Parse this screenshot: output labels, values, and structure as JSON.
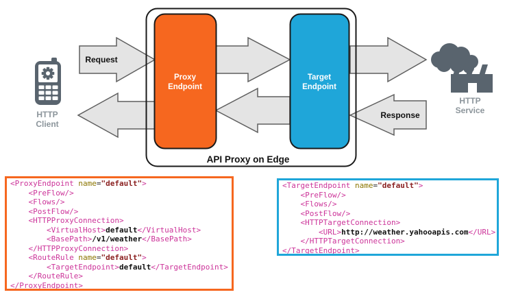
{
  "diagram": {
    "title": "API Proxy on Edge",
    "client_label": [
      "HTTP",
      "Client"
    ],
    "service_label": [
      "HTTP",
      "Service"
    ],
    "proxy_endpoint": {
      "label": [
        "Proxy",
        "Endpoint"
      ],
      "color": "#F6671F"
    },
    "target_endpoint": {
      "label": [
        "Target",
        "Endpoint"
      ],
      "color": "#1FA6D9"
    },
    "request_label": "Request",
    "response_label": "Response",
    "arrow_fill": "#E4E4E4",
    "arrow_stroke": "#5E5E5E",
    "icon_color": "#59646E",
    "icon_label_color": "#8C959B"
  },
  "syntax_colors": {
    "tag": "#CC3399",
    "attr_name": "#8B7500",
    "attr_value": "#8B2121",
    "element_text": "#111111"
  },
  "code_blocks": {
    "proxy": {
      "border_color": "#F6671F",
      "lines": [
        [
          {
            "t": "tag",
            "s": "<ProxyEndpoint"
          },
          {
            "t": "plain",
            "s": " "
          },
          {
            "t": "attr",
            "s": "name"
          },
          {
            "t": "plain",
            "s": "="
          },
          {
            "t": "val",
            "s": "\"default\""
          },
          {
            "t": "tag",
            "s": ">"
          }
        ],
        [
          {
            "t": "tag",
            "s": "    <PreFlow/>"
          }
        ],
        [
          {
            "t": "tag",
            "s": "    <Flows/>"
          }
        ],
        [
          {
            "t": "tag",
            "s": "    <PostFlow/>"
          }
        ],
        [
          {
            "t": "tag",
            "s": "    <HTTPProxyConnection>"
          }
        ],
        [
          {
            "t": "tag",
            "s": "        <VirtualHost>"
          },
          {
            "t": "text",
            "s": "default"
          },
          {
            "t": "tag",
            "s": "</VirtualHost>"
          }
        ],
        [
          {
            "t": "tag",
            "s": "        <BasePath>"
          },
          {
            "t": "text",
            "s": "/v1/weather"
          },
          {
            "t": "tag",
            "s": "</BasePath>"
          }
        ],
        [
          {
            "t": "tag",
            "s": "    </HTTPProxyConnection>"
          }
        ],
        [
          {
            "t": "tag",
            "s": "    <RouteRule"
          },
          {
            "t": "plain",
            "s": " "
          },
          {
            "t": "attr",
            "s": "name"
          },
          {
            "t": "plain",
            "s": "="
          },
          {
            "t": "val",
            "s": "\"default\""
          },
          {
            "t": "tag",
            "s": ">"
          }
        ],
        [
          {
            "t": "tag",
            "s": "        <TargetEndpoint>"
          },
          {
            "t": "text",
            "s": "default"
          },
          {
            "t": "tag",
            "s": "</TargetEndpoint>"
          }
        ],
        [
          {
            "t": "tag",
            "s": "    </RouteRule>"
          }
        ],
        [
          {
            "t": "tag",
            "s": "</ProxyEndpoint>"
          }
        ]
      ]
    },
    "target": {
      "border_color": "#1FA6D9",
      "lines": [
        [
          {
            "t": "tag",
            "s": "<TargetEndpoint"
          },
          {
            "t": "plain",
            "s": " "
          },
          {
            "t": "attr",
            "s": "name"
          },
          {
            "t": "plain",
            "s": "="
          },
          {
            "t": "val",
            "s": "\"default\""
          },
          {
            "t": "tag",
            "s": ">"
          }
        ],
        [
          {
            "t": "tag",
            "s": "    <PreFlow/>"
          }
        ],
        [
          {
            "t": "tag",
            "s": "    <Flows/>"
          }
        ],
        [
          {
            "t": "tag",
            "s": "    <PostFlow/>"
          }
        ],
        [
          {
            "t": "tag",
            "s": "    <HTTPTargetConnection>"
          }
        ],
        [
          {
            "t": "tag",
            "s": "        <URL>"
          },
          {
            "t": "text",
            "s": "http://weather.yahooapis.com"
          },
          {
            "t": "tag",
            "s": "</URL>"
          }
        ],
        [
          {
            "t": "tag",
            "s": "    </HTTPTargetConnection>"
          }
        ],
        [
          {
            "t": "tag",
            "s": "</TargetEndpoint>"
          }
        ]
      ]
    }
  }
}
